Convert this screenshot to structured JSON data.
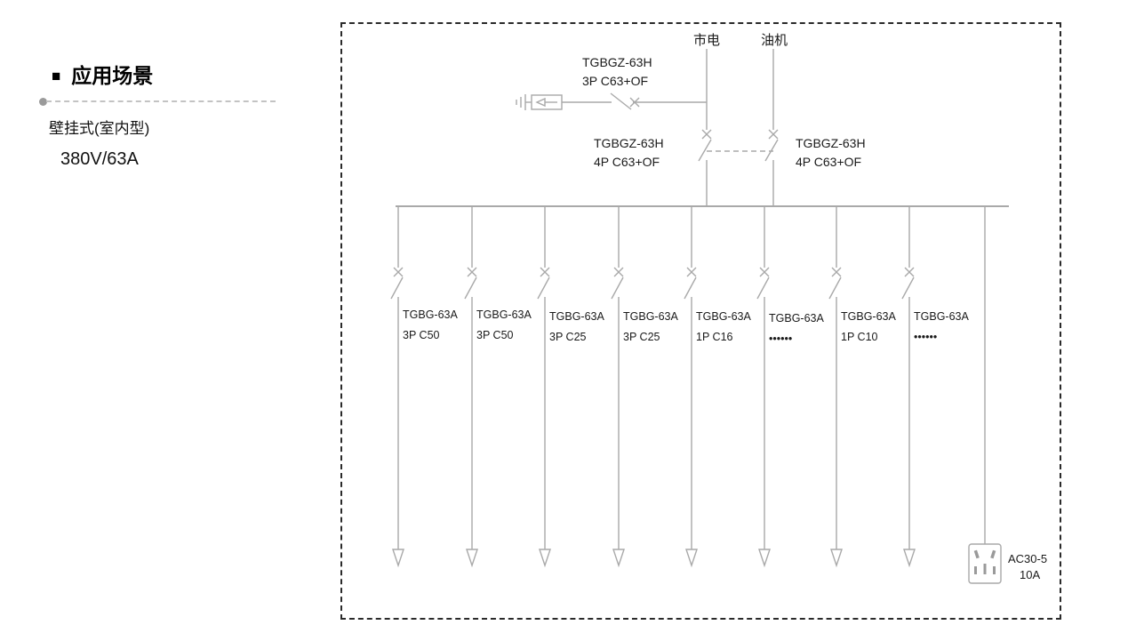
{
  "intro": {
    "bullet": "■",
    "title": "应用场景",
    "type": "壁挂式(室内型)",
    "rating": "380V/63A"
  },
  "diagram": {
    "source_mains": "市电",
    "source_genset": "油机",
    "spd": {
      "model": "TGBGZ-63H",
      "spec": "3P C63+OF"
    },
    "incomer_left": {
      "model": "TGBGZ-63H",
      "spec": "4P C63+OF"
    },
    "incomer_right": {
      "model": "TGBGZ-63H",
      "spec": "4P C63+OF"
    },
    "feeders": [
      {
        "model": "TGBG-63A",
        "spec": "3P C50"
      },
      {
        "model": "TGBG-63A",
        "spec": "3P C50"
      },
      {
        "model": "TGBG-63A",
        "spec": "3P C25"
      },
      {
        "model": "TGBG-63A",
        "spec": "3P C25"
      },
      {
        "model": "TGBG-63A",
        "spec": "1P C16"
      },
      {
        "model": "TGBG-63A",
        "spec": "••••••"
      },
      {
        "model": "TGBG-63A",
        "spec": "1P C10"
      },
      {
        "model": "TGBG-63A",
        "spec": "••••••"
      }
    ],
    "socket": {
      "model": "AC30-5",
      "rating": "10A"
    }
  }
}
